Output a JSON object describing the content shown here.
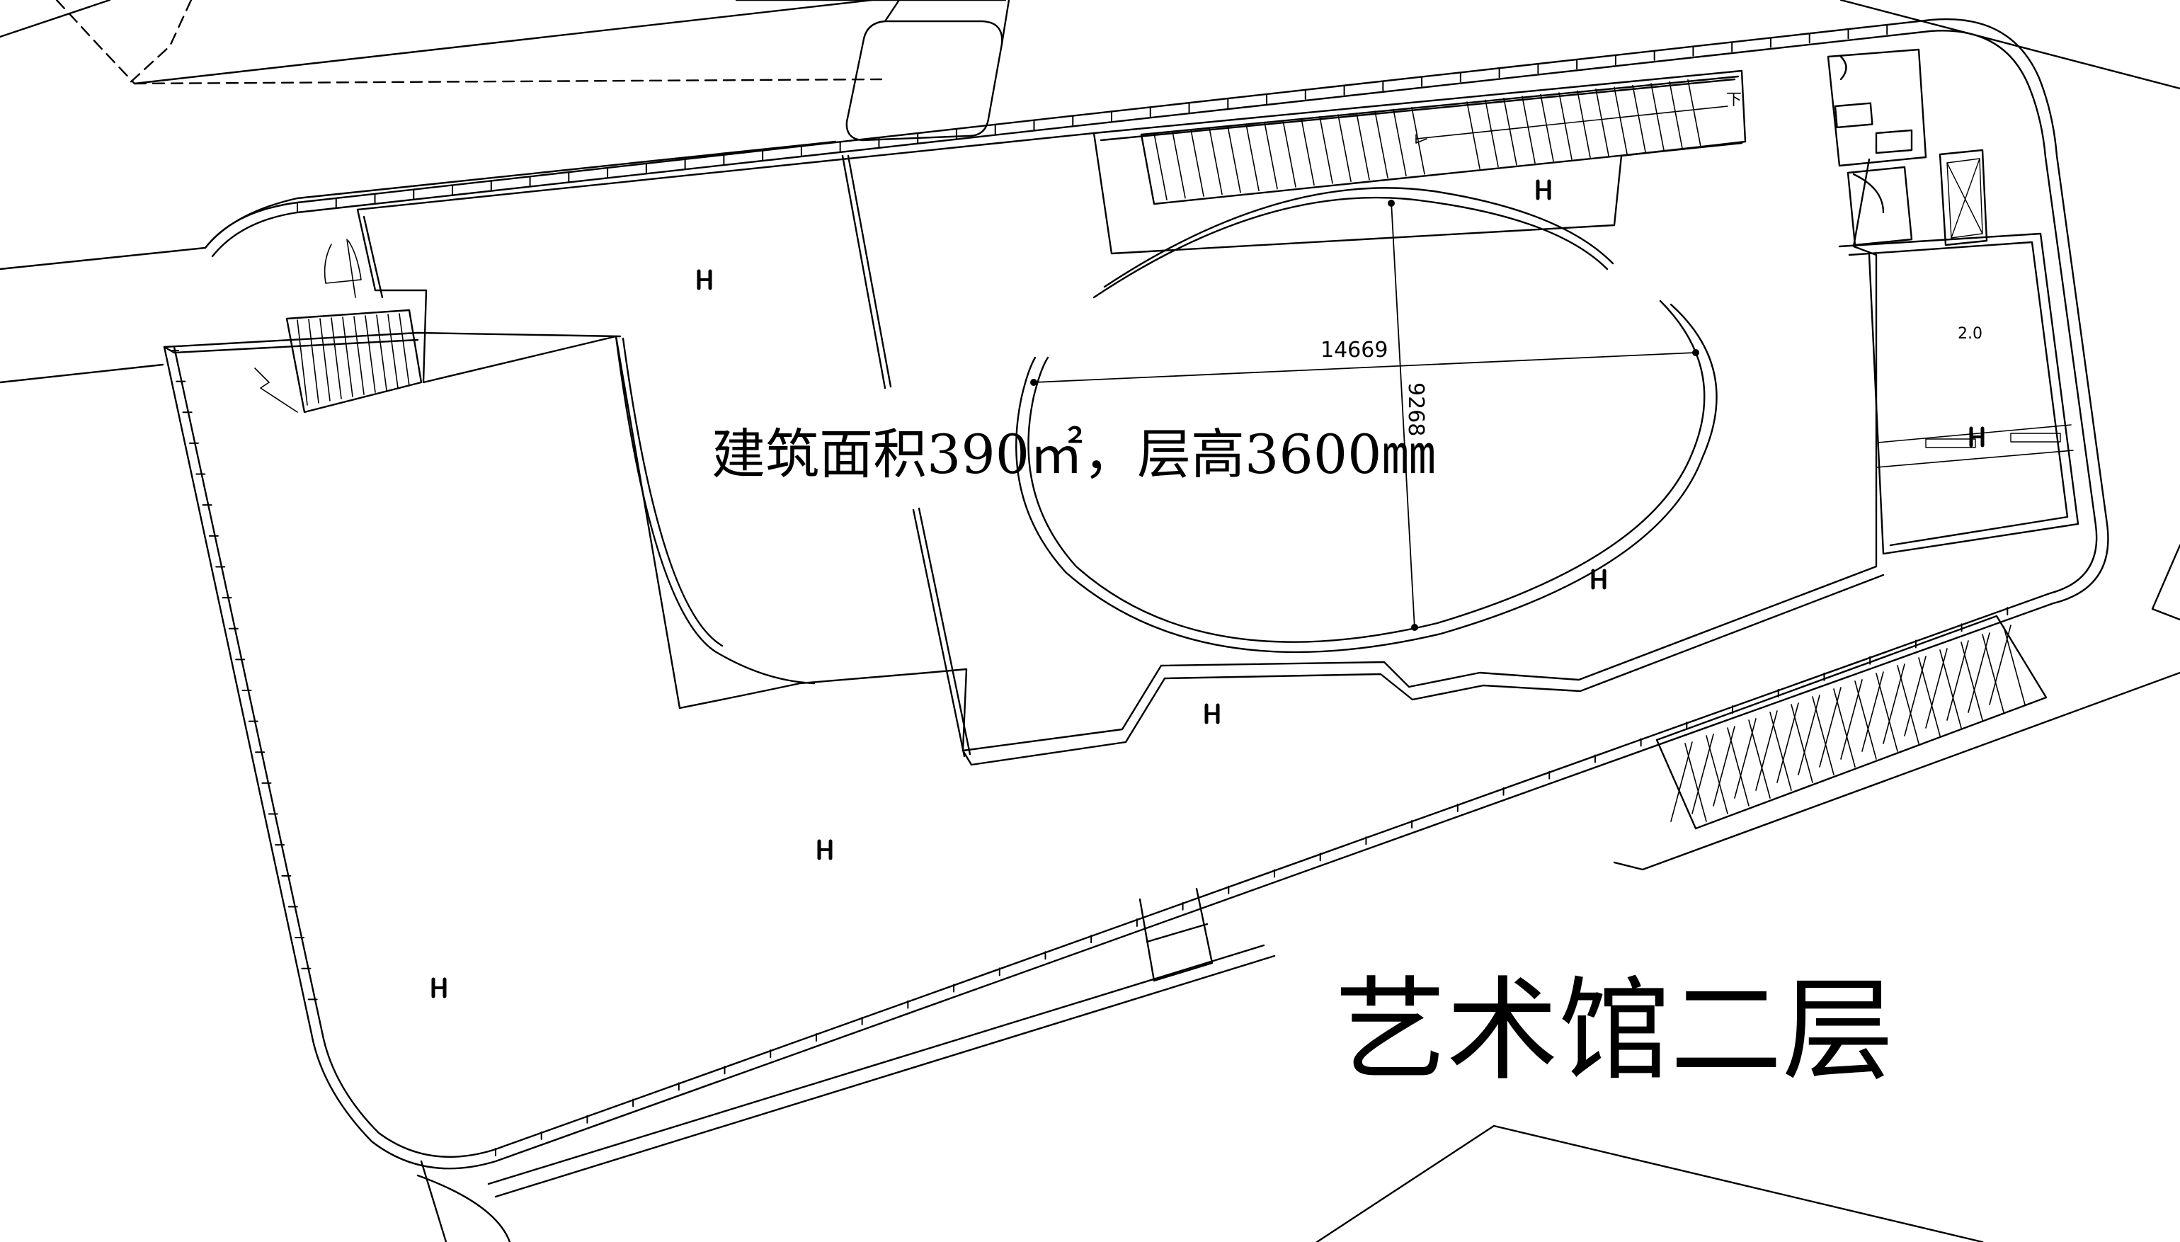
{
  "drawing": {
    "title": "艺术馆二层",
    "area_note": "建筑面积390㎡，层高3600㎜",
    "dim_long": "14669",
    "dim_short": "9268",
    "stair_label": "下",
    "level_mark": "2.0"
  }
}
